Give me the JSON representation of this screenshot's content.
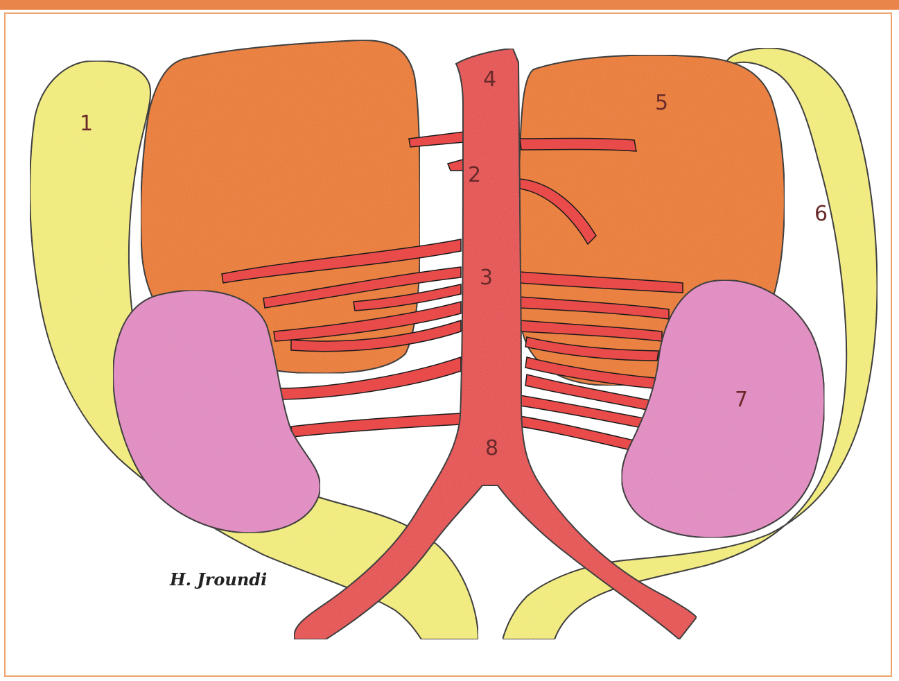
{
  "labels": {
    "l1": "1",
    "l2": "2",
    "l3": "3",
    "l4": "4",
    "l5": "5",
    "l6": "6",
    "l7": "7",
    "l8": "8"
  },
  "signature": "H. Jroundi",
  "colors": {
    "frame_accent": "#e9844a",
    "yellow_structure": "#f6ef7c",
    "orange_mass": "#ee7a20",
    "pink_mass": "#e58bc4",
    "vessel": "#e94b4b",
    "outline": "#1a1a1a"
  }
}
